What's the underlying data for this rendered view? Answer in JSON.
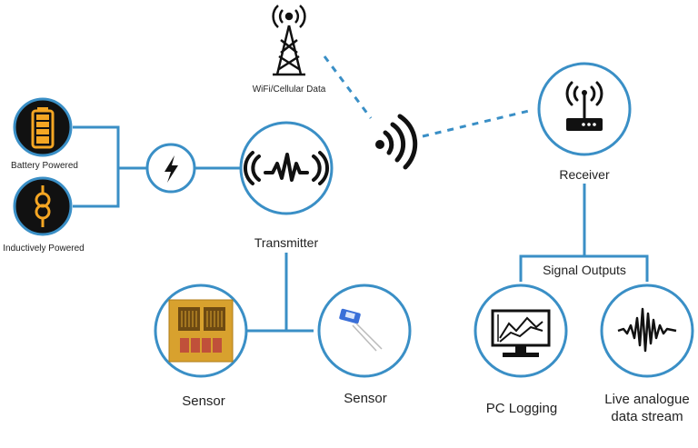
{
  "colors": {
    "line": "#3a8fc6",
    "node_fill": "#ffffff",
    "dark": "#111111",
    "orange": "#f5a623",
    "chip": "#d8a12e"
  },
  "icons": {
    "tower": "cell-tower-icon",
    "wifi": "wifi-signal-icon",
    "battery": "battery-icon",
    "inductive": "inductive-coil-icon",
    "power": "lightning-bolt-icon",
    "transmitter": "waveform-transmitter-icon",
    "receiver": "router-antenna-icon",
    "pc": "monitor-chart-icon",
    "stream": "signal-waveform-icon"
  },
  "labels": {
    "tower": "WiFi/Cellular Data",
    "battery": "Battery Powered",
    "inductive": "Inductively Powered",
    "transmitter": "Transmitter",
    "receiver": "Receiver",
    "signal_outputs": "Signal Outputs",
    "sensor_left": "Sensor",
    "sensor_right": "Sensor",
    "pc_logging": "PC Logging",
    "live_line1": "Live analogue",
    "live_line2": "data stream"
  }
}
